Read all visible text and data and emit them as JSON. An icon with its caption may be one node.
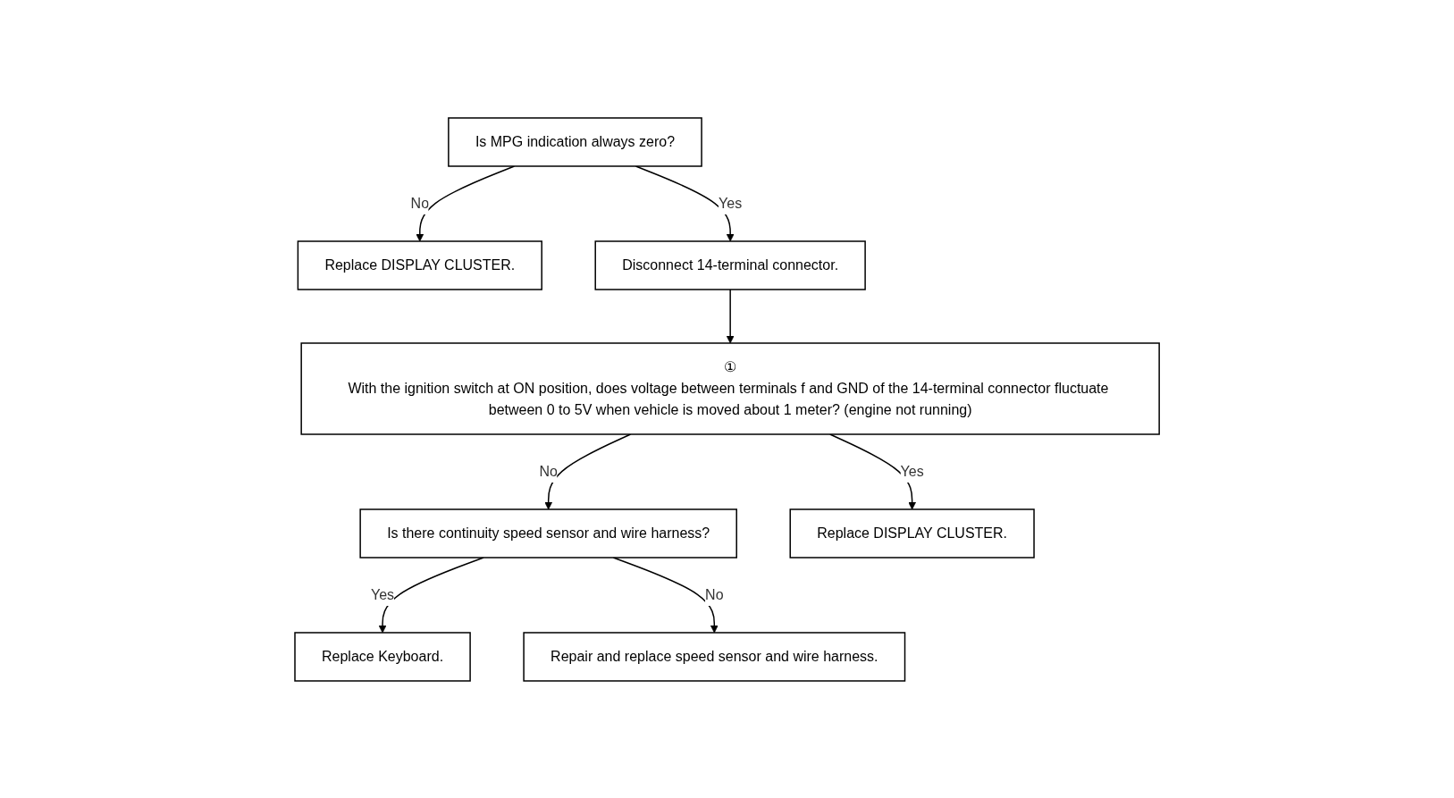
{
  "diagram": {
    "nodes": [
      {
        "text": [
          "Is MPG indication always zero?"
        ]
      },
      {
        "text": [
          "Replace DISPLAY CLUSTER."
        ]
      },
      {
        "text": [
          "Disconnect 14-terminal connector."
        ]
      },
      {
        "text": [
          "①",
          "With the ignition switch at ON position, does voltage between terminals f and GND of the 14-terminal connector fluctuate between 0 to 5V when vehicle is moved about 1 meter? (engine not running)"
        ]
      },
      {
        "text": [
          "Is there continuity speed sensor and wire harness?"
        ]
      },
      {
        "text": [
          "Replace DISPLAY CLUSTER."
        ]
      },
      {
        "text": [
          "Replace Keyboard."
        ]
      },
      {
        "text": [
          "Repair and replace speed sensor and wire harness."
        ]
      }
    ],
    "edges": [
      {
        "from": 0,
        "to": 1,
        "arrow": "to",
        "label": "No"
      },
      {
        "from": 0,
        "to": 2,
        "arrow": "to",
        "label": "Yes"
      },
      {
        "from": 2,
        "to": 3,
        "arrow": "to"
      },
      {
        "from": 3,
        "to": 4,
        "arrow": "to",
        "label": "No"
      },
      {
        "from": 3,
        "to": 5,
        "arrow": "to",
        "label": "Yes"
      },
      {
        "from": 4,
        "to": 6,
        "arrow": "to",
        "label": "Yes"
      },
      {
        "from": 4,
        "to": 7,
        "arrow": "to",
        "label": "No"
      }
    ]
  }
}
